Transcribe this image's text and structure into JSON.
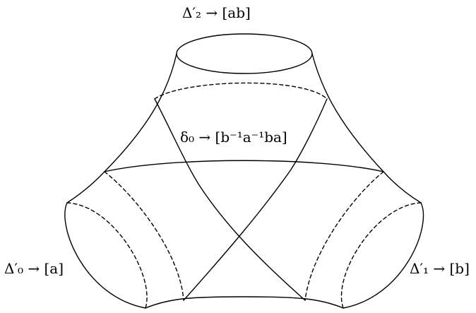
{
  "labels": {
    "top": "Δ′₂ → [ab]",
    "middle": "δ₀ → [b⁻¹a⁻¹ba]",
    "left": "Δ′₀ → [a]",
    "right": "Δ′₁ → [b]"
  },
  "colors": {
    "stroke": "#000000",
    "background": "#ffffff"
  }
}
